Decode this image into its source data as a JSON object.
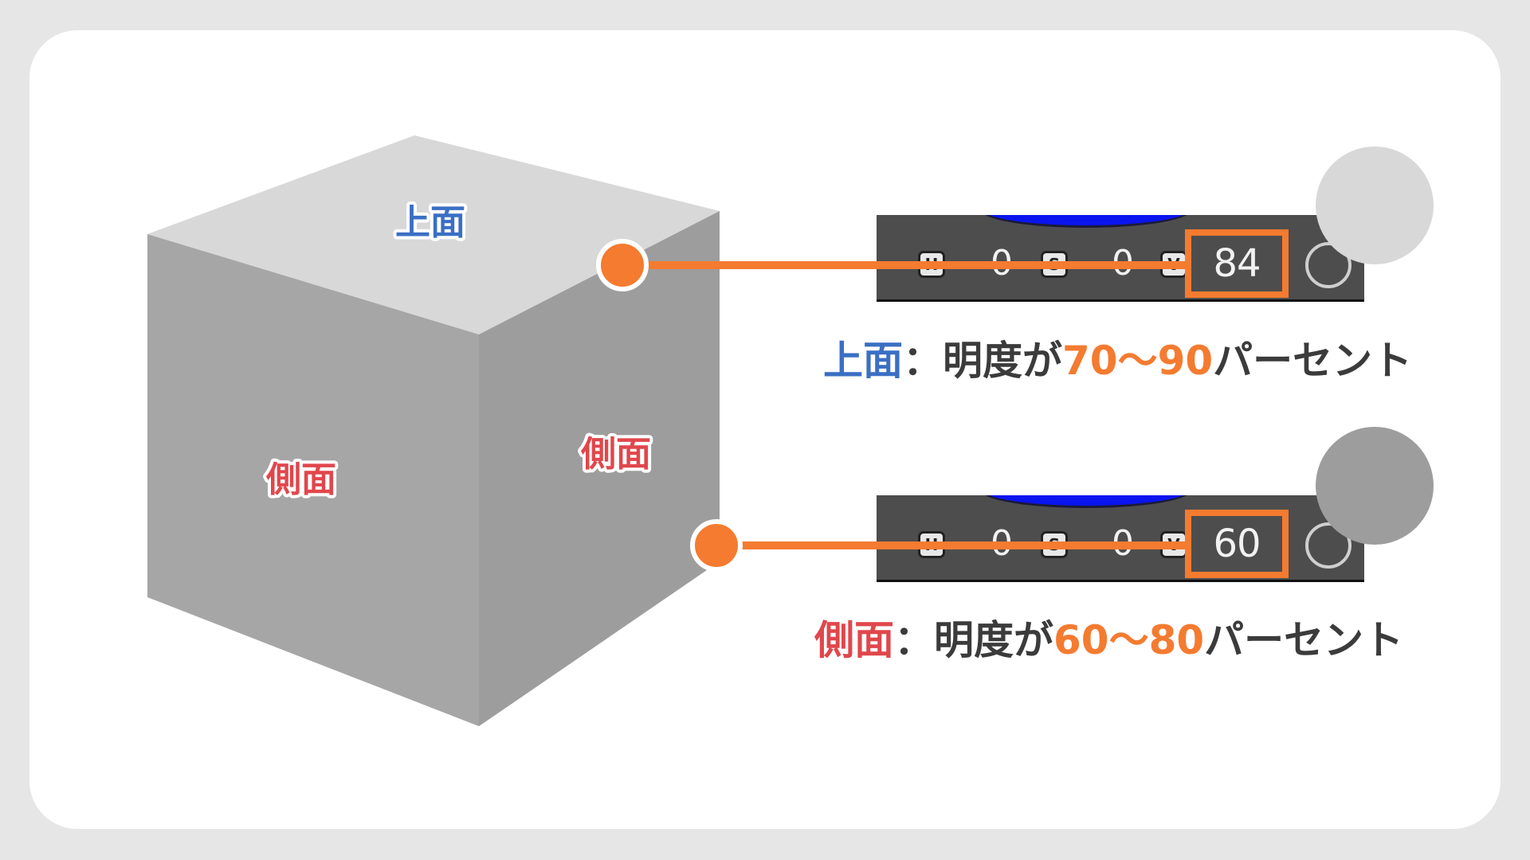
{
  "colors": {
    "background": "#e6e6e6",
    "card": "#ffffff",
    "top_face": "#d8d8d8",
    "left_face": "#a6a6a6",
    "right_face": "#9d9d9d",
    "accent_orange": "#f47b30",
    "label_blue": "#3a6fc4",
    "label_red": "#e0474c",
    "text_dark": "#3b3b3b",
    "panel_bg": "#4d4d4d",
    "swatch_top": "#d8d8d8",
    "swatch_side": "#9d9d9d"
  },
  "cube": {
    "top_label": "上面",
    "left_label": "側面",
    "right_label": "側面"
  },
  "panels": [
    {
      "buttons": [
        "H",
        "S",
        "V"
      ],
      "h_value": "0",
      "s_value": "0",
      "v_value": "84",
      "icon": "color-wheel-icon"
    },
    {
      "buttons": [
        "H",
        "S",
        "V"
      ],
      "h_value": "0",
      "s_value": "0",
      "v_value": "60",
      "icon": "color-wheel-icon"
    }
  ],
  "captions": [
    {
      "face": "上面",
      "colon": "：",
      "prefix": "明度が",
      "range": "70〜90",
      "suffix": "パーセント"
    },
    {
      "face": "側面",
      "colon": "：",
      "prefix": "明度が",
      "range": "60〜80",
      "suffix": "パーセント"
    }
  ]
}
